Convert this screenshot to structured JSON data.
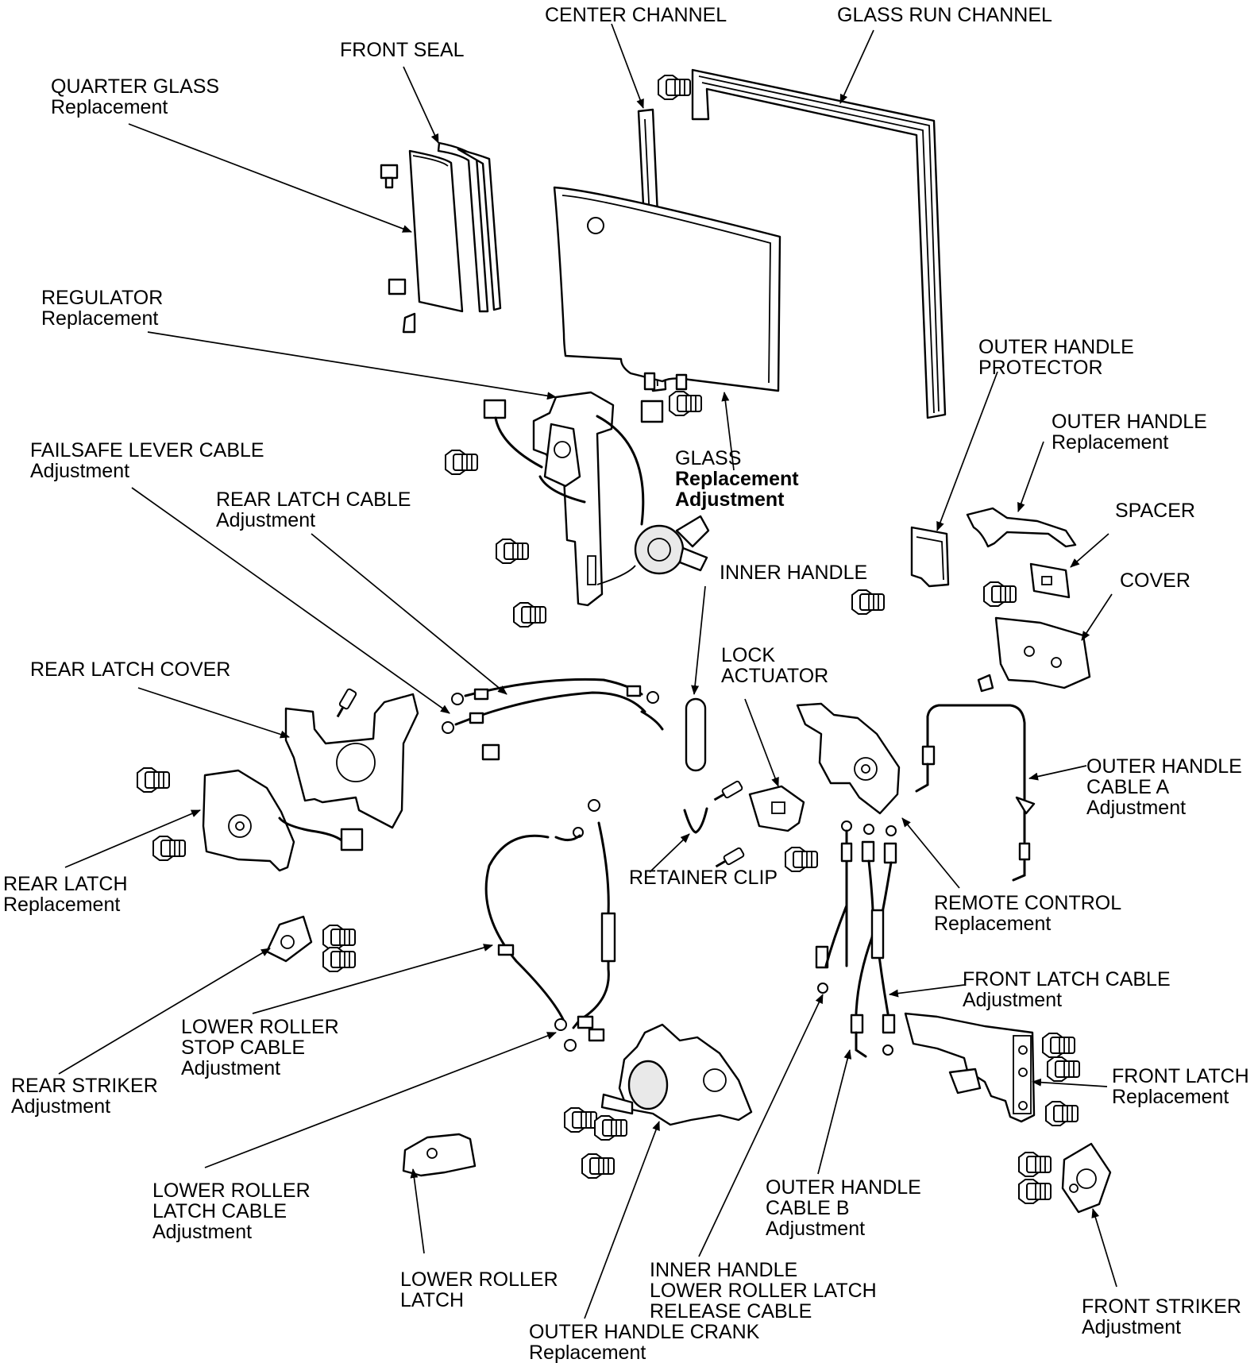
{
  "labels": {
    "center_channel": [
      "CENTER CHANNEL"
    ],
    "glass_run_channel": [
      "GLASS RUN CHANNEL"
    ],
    "front_seal": [
      "FRONT SEAL"
    ],
    "quarter_glass": [
      "QUARTER GLASS",
      "Replacement"
    ],
    "regulator": [
      "REGULATOR",
      "Replacement"
    ],
    "outer_handle_protector": [
      "OUTER HANDLE",
      "PROTECTOR"
    ],
    "outer_handle": [
      "OUTER HANDLE",
      "Replacement"
    ],
    "failsafe_lever_cable": [
      "FAILSAFE LEVER CABLE",
      "Adjustment"
    ],
    "glass": [
      "GLASS",
      "Replacement",
      "Adjustment"
    ],
    "rear_latch_cable": [
      "REAR LATCH CABLE",
      "Adjustment"
    ],
    "spacer": [
      "SPACER"
    ],
    "inner_handle": [
      "INNER HANDLE"
    ],
    "cover": [
      "COVER"
    ],
    "lock_actuator": [
      "LOCK",
      "ACTUATOR"
    ],
    "rear_latch_cover": [
      "REAR LATCH COVER"
    ],
    "outer_handle_cable_a": [
      "OUTER HANDLE",
      "CABLE A",
      "Adjustment"
    ],
    "retainer_clip": [
      "RETAINER CLIP"
    ],
    "rear_latch": [
      "REAR LATCH",
      "Replacement"
    ],
    "remote_control": [
      "REMOTE CONTROL",
      "Replacement"
    ],
    "front_latch_cable": [
      "FRONT LATCH CABLE",
      "Adjustment"
    ],
    "lower_roller_stop_cable": [
      "LOWER ROLLER",
      "STOP CABLE",
      "Adjustment"
    ],
    "rear_striker": [
      "REAR STRIKER",
      "Adjustment"
    ],
    "front_latch": [
      "FRONT LATCH",
      "Replacement"
    ],
    "lower_roller_latch_cable": [
      "LOWER ROLLER",
      "LATCH CABLE",
      "Adjustment"
    ],
    "outer_handle_cable_b": [
      "OUTER HANDLE",
      "CABLE B",
      "Adjustment"
    ],
    "inner_handle_release_cable": [
      "INNER HANDLE",
      "LOWER ROLLER LATCH",
      "RELEASE CABLE"
    ],
    "lower_roller_latch": [
      "LOWER ROLLER",
      "LATCH"
    ],
    "front_striker": [
      "FRONT STRIKER",
      "Adjustment"
    ],
    "outer_handle_crank": [
      "OUTER HANDLE CRANK",
      "Replacement"
    ]
  }
}
